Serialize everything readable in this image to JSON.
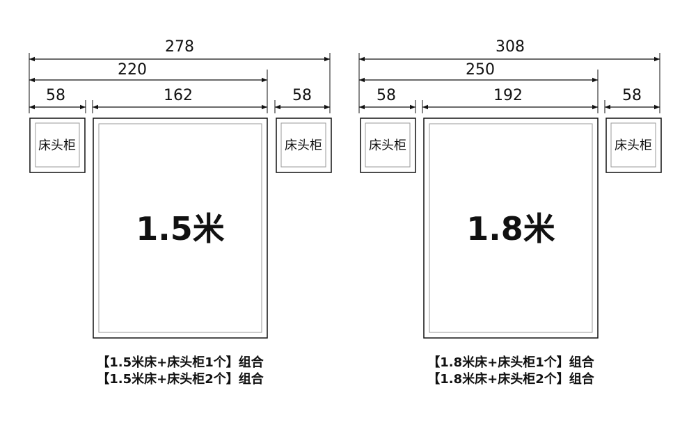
{
  "diagrams": [
    {
      "dims": {
        "overall": "278",
        "bed_plus_one": "220",
        "left_nightstand": "58",
        "bed": "162",
        "right_nightstand": "58"
      },
      "left_nightstand_label": "床头柜",
      "right_nightstand_label": "床头柜",
      "bed_label": "1.5米",
      "captions": [
        "【1.5米床+床头柜1个】组合",
        "【1.5米床+床头柜2个】组合"
      ]
    },
    {
      "dims": {
        "overall": "308",
        "bed_plus_one": "250",
        "left_nightstand": "58",
        "bed": "192",
        "right_nightstand": "58"
      },
      "left_nightstand_label": "床头柜",
      "right_nightstand_label": "床头柜",
      "bed_label": "1.8米",
      "captions": [
        "【1.8米床+床头柜1个】组合",
        "【1.8米床+床头柜2个】组合"
      ]
    }
  ],
  "colors": {
    "stroke": "#111111",
    "inner_stroke": "#9a9a9a",
    "background": "#ffffff"
  }
}
